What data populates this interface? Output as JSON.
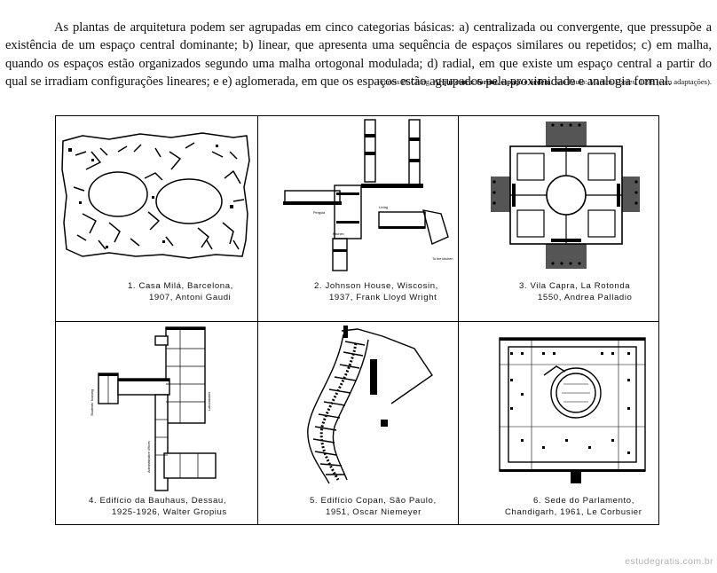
{
  "intro": {
    "text": "As plantas de arquitetura podem ser agrupadas em cinco categorias básicas: a) centralizada ou convergente, que pressupõe a existência de um espaço central dominante; b) linear, que apresenta uma sequência de espaços similares ou repetidos; c) em malha, quando os espaços estão organizados segundo uma malha ortogonal modulada; d) radial, em que existe um espaço central a partir do qual se irradiam configurações lineares; e e) aglomerada, em que os espaços estão agrupados pela proximidade e analogia formal."
  },
  "citation": {
    "author": "Francis D. Ching.",
    "title": "Arquitetura: forma, espaço e ordem",
    "rest": ". São Paulo: Martins Fontes, 1998 (com adaptações)."
  },
  "figures": [
    {
      "line1": "1. Casa Milá, Barcelona,",
      "line2": "1907, Antoni Gaudi"
    },
    {
      "line1": "2. Johnson House, Wiscosin,",
      "line2": "1937, Frank Lloyd Wright"
    },
    {
      "line1": "3. Vila Capra, La  Rotonda",
      "line2": "1550, Andrea Palladio"
    },
    {
      "line1": "4. Edifício da Bauhaus, Dessau,",
      "line2": "1925-1926, Walter Gropius"
    },
    {
      "line1": "5. Edifício Copan, São Paulo,",
      "line2": "1951, Oscar Niemeyer"
    },
    {
      "line1": "6.  Sede do Parlamento,",
      "line2": "Chandigarh, 1961, Le Corbusier"
    }
  ],
  "plan_labels": {
    "wright": [
      "Pergola",
      "Kitchen",
      "Living",
      "To the kitchen"
    ],
    "gropius": [
      "Students' housing",
      "Administrative offices",
      "Laboratories"
    ]
  },
  "watermark": "estudegratis.com.br"
}
